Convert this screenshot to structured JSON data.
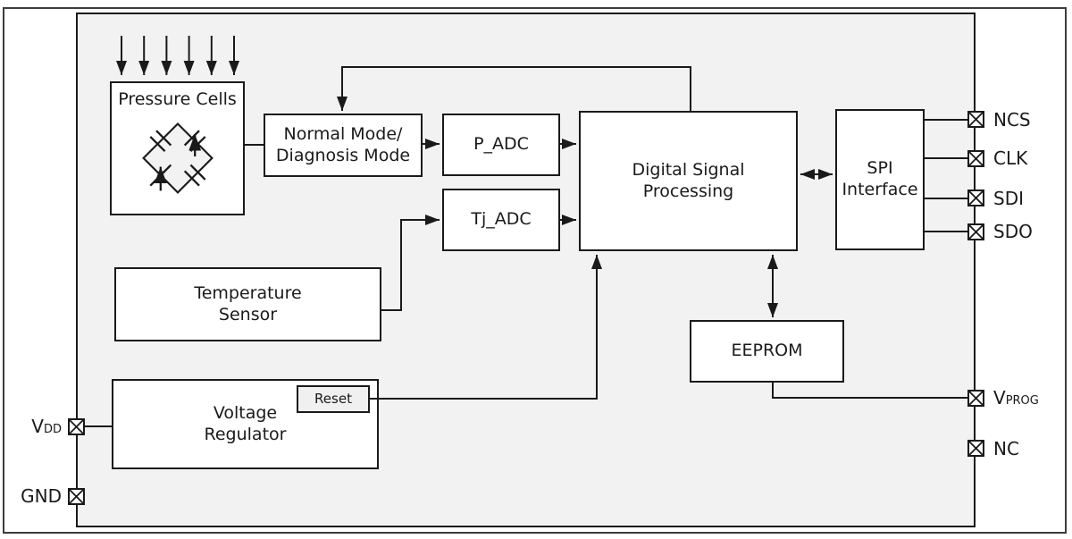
{
  "figure": {
    "type": "ic-block-diagram",
    "description": "Pressure sensor IC functional block diagram"
  },
  "colors": {
    "line": "#1a1a1a",
    "chip_fill": "#f2f2f2",
    "block_fill": "#ffffff",
    "reset_fill": "#f0f0f0",
    "outer_border": "#3d3d3d",
    "text": "#1a1a1a"
  },
  "blocks": {
    "pressure_cells": {
      "label": "Pressure Cells"
    },
    "normal_mode": {
      "label": "Normal Mode/\nDiagnosis Mode"
    },
    "p_adc": {
      "label": "P_ADC"
    },
    "tj_adc": {
      "label": "Tj_ADC"
    },
    "dsp": {
      "label": "Digital Signal\nProcessing"
    },
    "spi": {
      "label": "SPI\nInterface"
    },
    "temp_sensor": {
      "label": "Temperature\nSensor"
    },
    "voltage_regulator": {
      "label": "Voltage\nRegulator"
    },
    "reset": {
      "label": "Reset"
    },
    "eeprom": {
      "label": "EEPROM"
    }
  },
  "pins": {
    "right": [
      {
        "id": "NCS",
        "label": "NCS"
      },
      {
        "id": "CLK",
        "label": "CLK"
      },
      {
        "id": "SDI",
        "label": "SDI"
      },
      {
        "id": "SDO",
        "label": "SDO"
      },
      {
        "id": "VPROG",
        "label": "V",
        "sub": "PROG"
      },
      {
        "id": "NC",
        "label": "NC"
      }
    ],
    "left": [
      {
        "id": "VDD",
        "label": "V",
        "sub": "DD"
      },
      {
        "id": "GND",
        "label": "GND"
      }
    ]
  },
  "connections": [
    "pressure-inputs -> pressure-cells",
    "pressure-cells -> normal-mode",
    "normal-mode -> p-adc",
    "p-adc -> dsp",
    "temp-sensor -> tj-adc",
    "tj-adc -> dsp",
    "dsp -> normal-mode (feedback)",
    "dsp <-> spi-interface",
    "dsp <-> eeprom",
    "eeprom -> vprog",
    "reset -> dsp",
    "vdd -> voltage-regulator",
    "spi-interface -> ncs/clk/sdi/sdo"
  ]
}
